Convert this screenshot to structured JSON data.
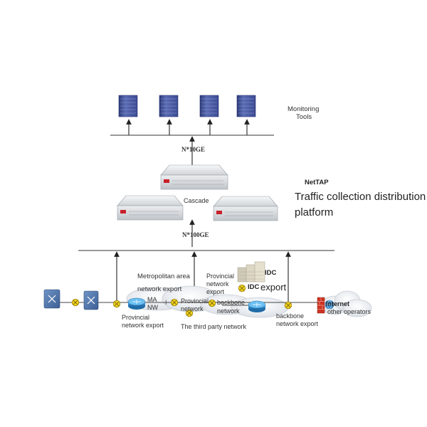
{
  "labels": {
    "monitoring_tools": [
      "Monitoring",
      "Tools"
    ],
    "n10ge": "N*10GE",
    "nettap": "NetTAP",
    "platform": [
      "Traffic collection distribution",
      "platform"
    ],
    "cascade": "Cascade",
    "n100ge": "N*100GE",
    "metro_export": [
      "Metropolitan area",
      "network export"
    ],
    "provincial_export_top": [
      "Provincial",
      "network",
      "export"
    ],
    "idc_logo": "IDC",
    "idc_export": [
      "IDC",
      "export"
    ],
    "ma_nw": [
      "MA",
      "NW"
    ],
    "provincial_network": [
      "Provincial",
      "network"
    ],
    "backbone_network": [
      "backbone",
      "network"
    ],
    "internet": "Internet",
    "other_operators": "other operators",
    "provincial_export_bottom": [
      "Provincial",
      "network export"
    ],
    "third_party": "The third party network",
    "backbone_export": [
      "backbone",
      "network export"
    ],
    "link_mark": "I"
  },
  "icons": [
    "server-icon",
    "nettap-device-icon",
    "switch-icon",
    "router-icon",
    "tap-splitter-icon",
    "cloud-icon",
    "firewall-icon",
    "idc-building-icon",
    "arrow-up-icon"
  ],
  "colors": {
    "server": "#4a5a9e",
    "server_dark": "#2c3a78",
    "device": "#e8eaec",
    "router": "#2e86c8",
    "tap": "#f0d020",
    "firewall": "#cc3322",
    "line": "#333333"
  }
}
